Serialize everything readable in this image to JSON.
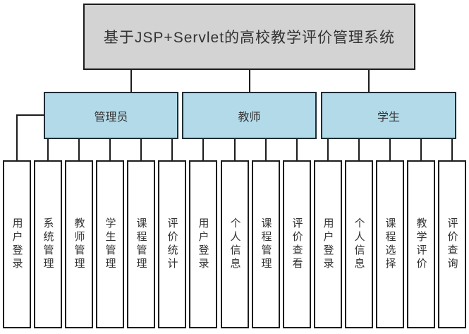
{
  "title": "基于JSP+Servlet的高校教学评价管理系统",
  "branches": [
    {
      "label": "管理员",
      "children": [
        "用户登录",
        "系统管理",
        "教师管理",
        "学生管理",
        "课程管理",
        "评价统计"
      ]
    },
    {
      "label": "教师",
      "children": [
        "用户登录",
        "个人信息",
        "课程管理",
        "评价查看"
      ]
    },
    {
      "label": "学生",
      "children": [
        "用户登录",
        "个人信息",
        "课程选择",
        "教学评价",
        "评价查询"
      ]
    }
  ],
  "colors": {
    "title_fill": "#d3d3d3",
    "branch_fill": "#b3dae8",
    "branch_border": "#1e2c35",
    "leaf_fill": "#ffffff",
    "box_border": "#1c1c1c",
    "line": "#1c1c1c"
  }
}
